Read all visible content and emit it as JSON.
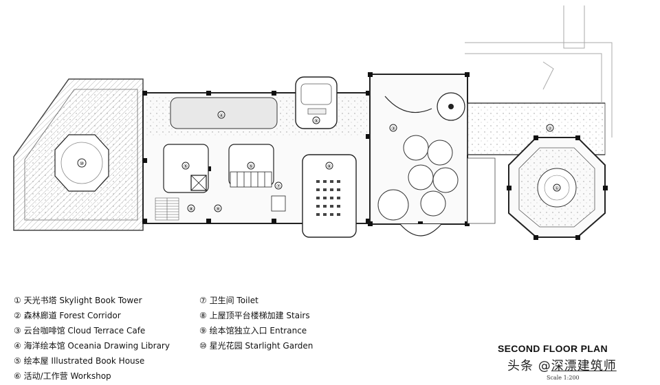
{
  "rooms": [
    {
      "num": "①",
      "label": "天光书塔 Skylight Book Tower"
    },
    {
      "num": "②",
      "label": "森林廊道 Forest Corridor"
    },
    {
      "num": "③",
      "label": "云台咖啡馆 Cloud Terrace Cafe"
    },
    {
      "num": "④",
      "label": "海洋绘本馆 Oceania Drawing Library"
    },
    {
      "num": "⑤",
      "label": "绘本屋 Illustrated Book House"
    },
    {
      "num": "⑥",
      "label": "活动/工作营 Workshop"
    },
    {
      "num": "⑦",
      "label": "卫生间 Toilet"
    },
    {
      "num": "⑧",
      "label": "上屋顶平台楼梯加建 Stairs"
    },
    {
      "num": "⑨",
      "label": "绘本馆独立入口 Entrance"
    },
    {
      "num": "⑩",
      "label": "星光花园 Starlight Garden"
    }
  ],
  "title": "SECOND FLOOR PLAN",
  "scale": "Scale 1:200",
  "watermark": {
    "prefix": "头条 @",
    "name": "深漂建筑师"
  }
}
